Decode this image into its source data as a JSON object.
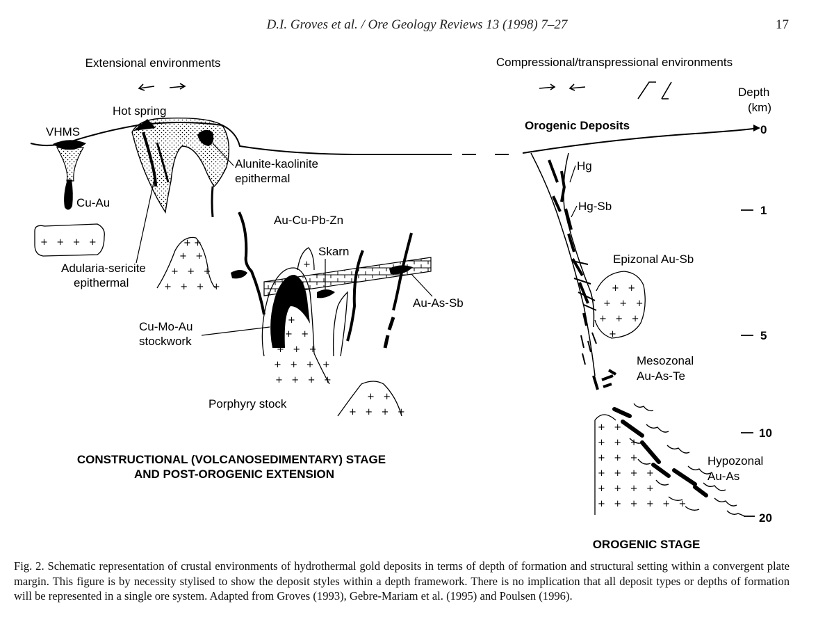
{
  "header": {
    "running_head": "D.I. Groves et al. / Ore Geology Reviews 13 (1998) 7–27",
    "page_number": "17"
  },
  "diagram": {
    "left_panel": {
      "title": "Extensional environments",
      "labels": {
        "hot_spring": "Hot spring",
        "vhms": "VHMS",
        "cu_au": "Cu-Au",
        "alunite_1": "Alunite-kaolinite",
        "alunite_2": "epithermal",
        "adularia_1": "Adularia-sericite",
        "adularia_2": "epithermal",
        "au_cu_pb_zn": "Au-Cu-Pb-Zn",
        "skarn": "Skarn",
        "au_as_sb": "Au-As-Sb",
        "cu_mo_au_1": "Cu-Mo-Au",
        "cu_mo_au_2": "stockwork",
        "porphyry_stock": "Porphyry stock"
      },
      "stage_1": "CONSTRUCTIONAL (VOLCANOSEDIMENTARY) STAGE",
      "stage_2": "AND POST-OROGENIC EXTENSION"
    },
    "right_panel": {
      "title": "Compressional/transpressional environments",
      "orogenic_deposits": "Orogenic Deposits",
      "depth_1": "Depth",
      "depth_2": "(km)",
      "labels": {
        "hg": "Hg",
        "hg_sb": "Hg-Sb",
        "epizonal": "Epizonal Au-Sb",
        "mesozonal_1": "Mesozonal",
        "mesozonal_2": "Au-As-Te",
        "hypozonal_1": "Hypozonal",
        "hypozonal_2": "Au-As"
      },
      "depth_ticks": [
        "0",
        "1",
        "5",
        "10",
        "20"
      ],
      "stage": "OROGENIC STAGE"
    }
  },
  "caption": "Fig. 2. Schematic representation of crustal environments of hydrothermal gold deposits in terms of depth of formation and structural setting within a convergent plate margin. This figure is by necessity stylised to show the deposit styles within a depth framework. There is no implication that all deposit types or depths of formation will be represented in a single ore system. Adapted from Groves (1993), Gebre-Mariam et al. (1995) and Poulsen (1996)."
}
